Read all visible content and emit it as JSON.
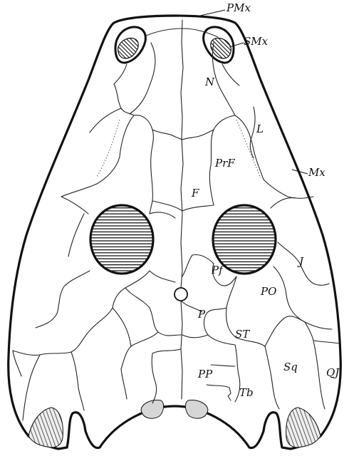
{
  "labels": {
    "pmx": "PMx",
    "smx": "SMx",
    "n": "N",
    "l": "L",
    "prf": "PrF",
    "mx": "Mx",
    "f": "F",
    "j": "J",
    "pf": "Pf",
    "po": "PO",
    "p": "P",
    "st": "ST",
    "sq": "Sq",
    "qj": "QJ",
    "pp": "PP",
    "tb": "Tb"
  }
}
